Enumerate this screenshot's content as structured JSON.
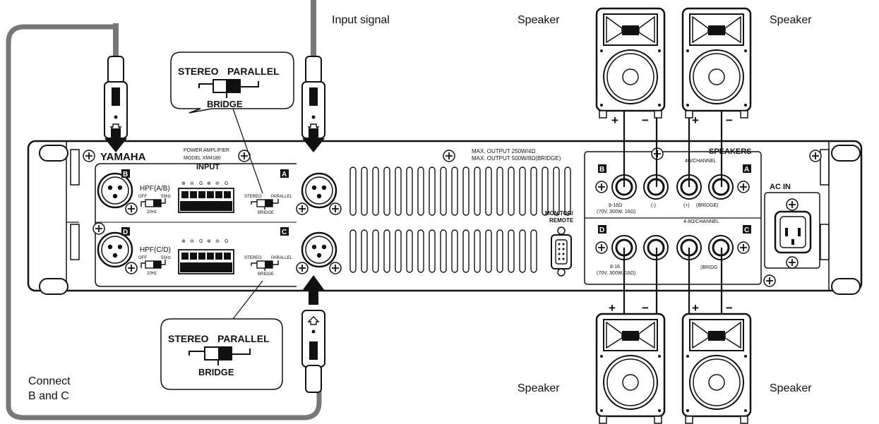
{
  "labels": {
    "input_signal": "Input signal",
    "speaker": "Speaker",
    "connect_line1": "Connect",
    "connect_line2": "B and C"
  },
  "amp": {
    "brand": "YAMAHA",
    "model_line1": "POWER AMPLIFIER",
    "model_line2": "MODEL XM4180",
    "input_title": "INPUT",
    "max_output1": "MAX. OUTPUT 250W/4Ω",
    "max_output2": "MAX. OUTPUT 500W/8Ω(BRIDGE)",
    "monitor_remote1": "MONITOR/",
    "monitor_remote2": "REMOTE",
    "ac_in": "AC IN",
    "speakers_title": "SPEAKERS",
    "channel_top": "4Ω/CHANNEL",
    "channel_bottom": "4-8Ω/CHANNEL",
    "imp_top1": "8-16Ω",
    "imp_top2": "(70V, 300W, 16Ω)",
    "imp_bot1": "8-16",
    "imp_bot2": "(70V, 300W, 16Ω)",
    "bridge_word": "(BRIDGE)",
    "bridge_short": "(BRIDG",
    "minus_paren": "(-)",
    "plus_paren": "(+)",
    "ch_a": "A",
    "ch_b": "B",
    "ch_c": "C",
    "ch_d": "D",
    "hpf_ab": "HPF(A/B)",
    "hpf_cd": "HPF(C/D)",
    "off": "OFF",
    "hz55": "55Hz",
    "hz20": "20Hz",
    "terminal_marks": [
      "⊕",
      "⊖",
      "G",
      "⊕",
      "⊖",
      "G"
    ],
    "stereo": "STEREO",
    "parallel": "PARALLEL",
    "bridge": "BRIDGE",
    "plus": "+",
    "minus": "−"
  },
  "callouts": {
    "stereo": "STEREO",
    "parallel": "PARALLEL",
    "bridge": "BRIDGE"
  }
}
